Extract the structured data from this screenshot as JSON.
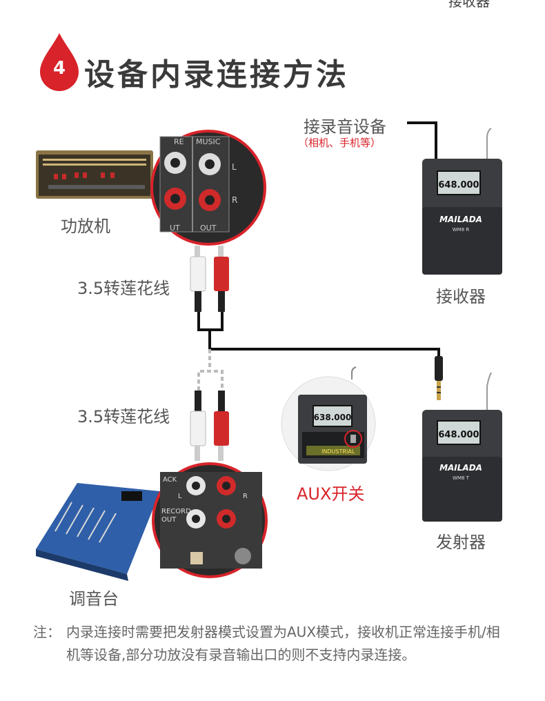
{
  "header": {
    "top_crop_text": "接收器",
    "step_number": "4",
    "title": "设备内录连接方法"
  },
  "devices": {
    "amplifier_label": "功放机",
    "amp_panel_top_left": "RE",
    "amp_panel_top_right": "MUSIC",
    "amp_panel_bottom_left": "UT",
    "amp_panel_bottom_right": "OUT",
    "amp_channel_l": "L",
    "amp_channel_r": "R",
    "cable_upper_label": "3.5转莲花线",
    "cable_lower_label": "3.5转莲花线",
    "mixer_label": "调音台",
    "mixer_panel_top": "ACK",
    "mixer_panel_record": "RECORD",
    "mixer_panel_out": "OUT",
    "mixer_channel_l": "L",
    "mixer_channel_r": "R",
    "recorder_label": "接录音设备",
    "recorder_sub": "（相机、手机等）",
    "receiver_label": "接收器",
    "receiver_brand": "MAILADA",
    "receiver_model": "WM8 R",
    "receiver_display": "648.000",
    "transmitter_label": "发射器",
    "transmitter_brand": "MAILADA",
    "transmitter_model": "WM8 T",
    "transmitter_display": "648.000",
    "aux_display": "638.000",
    "aux_battery_text": "INDUSTRIAL",
    "aux_switch_label": "AUX开关"
  },
  "note": {
    "head": "注：",
    "body": "内录连接时需要把发射器模式设置为AUX模式，接收机正常连接手机/相机等设备,部分功放没有录音输出口的则不支持内录连接。"
  },
  "colors": {
    "accent_red": "#d8232a",
    "cable_black": "#111111",
    "cable_dashed": "#bbbbbb",
    "device_body": "#3b3d40"
  }
}
